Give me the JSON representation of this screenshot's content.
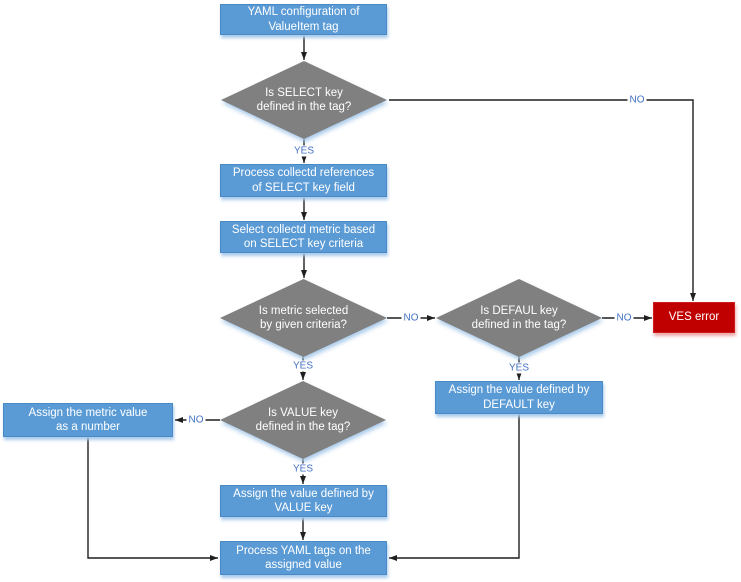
{
  "diagram": {
    "nodes": {
      "start": {
        "type": "process",
        "text": "YAML configuration of\nValueItem tag"
      },
      "select_key_decision": {
        "type": "decision",
        "text": "Is SELECT key\ndefined in the tag?"
      },
      "process_references": {
        "type": "process",
        "text": "Process collectd references\nof SELECT key field"
      },
      "select_metric": {
        "type": "process",
        "text": "Select collectd metric based\non SELECT key criteria"
      },
      "metric_selected_decision": {
        "type": "decision",
        "text": "Is metric selected\nby given criteria?"
      },
      "default_key_decision": {
        "type": "decision",
        "text": "Is DEFAUL key\ndefined in the tag?"
      },
      "ves_error": {
        "type": "error",
        "text": "VES error"
      },
      "assign_default": {
        "type": "process",
        "text": "Assign the value defined by\nDEFAULT key"
      },
      "value_key_decision": {
        "type": "decision",
        "text": "Is VALUE key\ndefined in the tag?"
      },
      "assign_metric_number": {
        "type": "process",
        "text": "Assign the metric value\nas a number"
      },
      "assign_value": {
        "type": "process",
        "text": "Assign the value defined by\nVALUE key"
      },
      "process_yaml_tags": {
        "type": "process",
        "text": "Process YAML tags on the\nassigned value"
      }
    },
    "edge_labels": {
      "select_yes": "YES",
      "select_no": "NO",
      "metric_yes": "YES",
      "metric_no": "NO",
      "default_yes": "YES",
      "default_no": "NO",
      "value_yes": "YES",
      "value_no": "NO"
    },
    "colors": {
      "process_fill": "#5B9BD5",
      "process_border": "#4A89C8",
      "decision_fill": "#808080",
      "error_fill": "#C00000",
      "error_border": "#CF1D1D",
      "label_color": "#4472C4",
      "line_color": "#1F1F1F"
    }
  }
}
